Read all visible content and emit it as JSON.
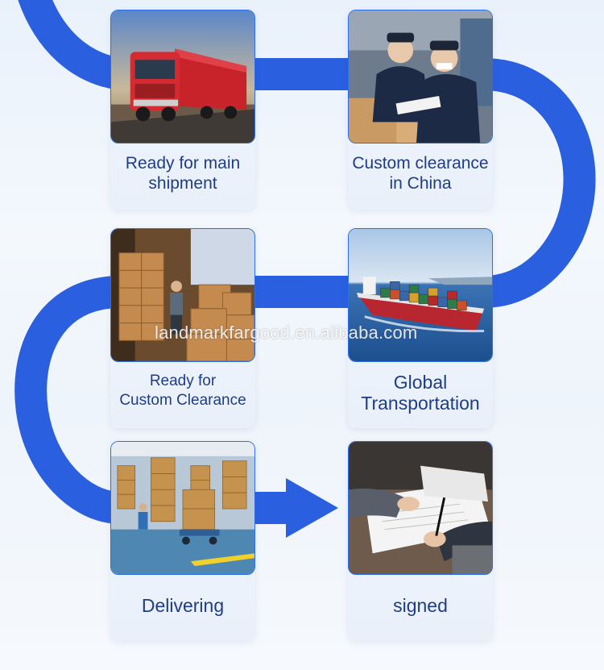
{
  "steps": [
    {
      "label_line1": "Ready for main",
      "label_line2": "shipment",
      "icon": "truck-photo"
    },
    {
      "label_line1": "Custom clearance",
      "label_line2": "in China",
      "icon": "customs-officer-photo"
    },
    {
      "label_line1": "Ready for",
      "label_line2": "Custom Clearance",
      "icon": "container-loading-photo"
    },
    {
      "label_line1": "Global",
      "label_line2": "Transportation",
      "icon": "cargo-ship-photo"
    },
    {
      "label_line1": "Delivering",
      "label_line2": "",
      "icon": "warehouse-photo"
    },
    {
      "label_line1": "signed",
      "label_line2": "",
      "icon": "signing-document-photo"
    }
  ],
  "watermark": "landmarkfargood.en.alibaba.com",
  "colors": {
    "flow": "#2a5fe0",
    "label": "#1f3d86",
    "card_bg": "#eef3fb"
  }
}
